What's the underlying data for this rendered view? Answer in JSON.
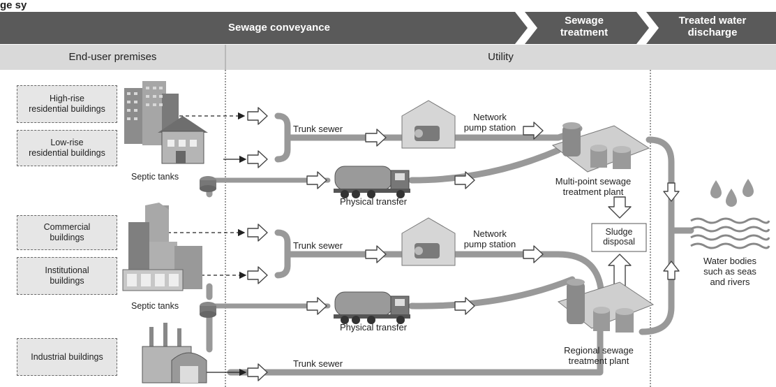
{
  "header": {
    "partial_title": "ge sy",
    "conveyance": "Sewage conveyance",
    "treatment": "Sewage\ntreatment",
    "discharge": "Treated water\ndischarge"
  },
  "subheader": {
    "end_user": "End-user premises",
    "utility": "Utility"
  },
  "premises": {
    "high_rise": "High-rise\nresidential buildings",
    "low_rise": "Low-rise\nresidential buildings",
    "commercial": "Commercial\nbuildings",
    "institutional": "Institutional\nbuildings",
    "industrial": "Industrial buildings"
  },
  "labels": {
    "septic_top": "Septic tanks",
    "septic_mid": "Septic tanks",
    "trunk_top": "Trunk sewer",
    "trunk_mid": "Trunk sewer",
    "trunk_bottom": "Trunk sewer",
    "pump_top": "Network\npump station",
    "pump_mid": "Network\npump station",
    "transfer_top": "Physical transfer",
    "transfer_mid": "Physical transfer",
    "multi_point": "Multi-point sewage\ntreatment plant",
    "regional": "Regional sewage\ntreatment plant",
    "sludge": "Sludge\ndisposal",
    "water_bodies": "Water bodies\nsuch as seas\nand rivers"
  }
}
